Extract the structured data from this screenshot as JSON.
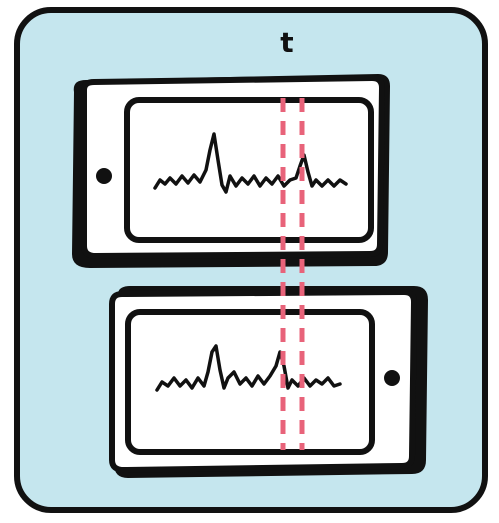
{
  "marker": {
    "label": "t"
  },
  "colors": {
    "background": "#c5e6ee",
    "outline": "#111111",
    "phone_body": "#ffffff",
    "marker_line": "#e8637a"
  },
  "phones": [
    {
      "name": "top-phone",
      "button_side": "left"
    },
    {
      "name": "bottom-phone",
      "button_side": "right"
    }
  ]
}
